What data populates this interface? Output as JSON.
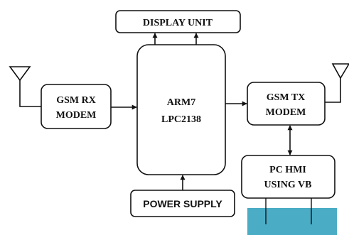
{
  "blocks": {
    "display_unit": "DISPLAY UNIT",
    "gsm_rx_line1": "GSM RX",
    "gsm_rx_line2": "MODEM",
    "arm_line1": "ARM7",
    "arm_line2": "LPC2138",
    "gsm_tx_line1": "GSM TX",
    "gsm_tx_line2": "MODEM",
    "pc_hmi_line1": "PC HMI",
    "pc_hmi_line2": "USING VB",
    "power_supply": "POWER SUPPLY"
  },
  "colors": {
    "line": "#111111",
    "accent_panel": "#4bacc6"
  }
}
